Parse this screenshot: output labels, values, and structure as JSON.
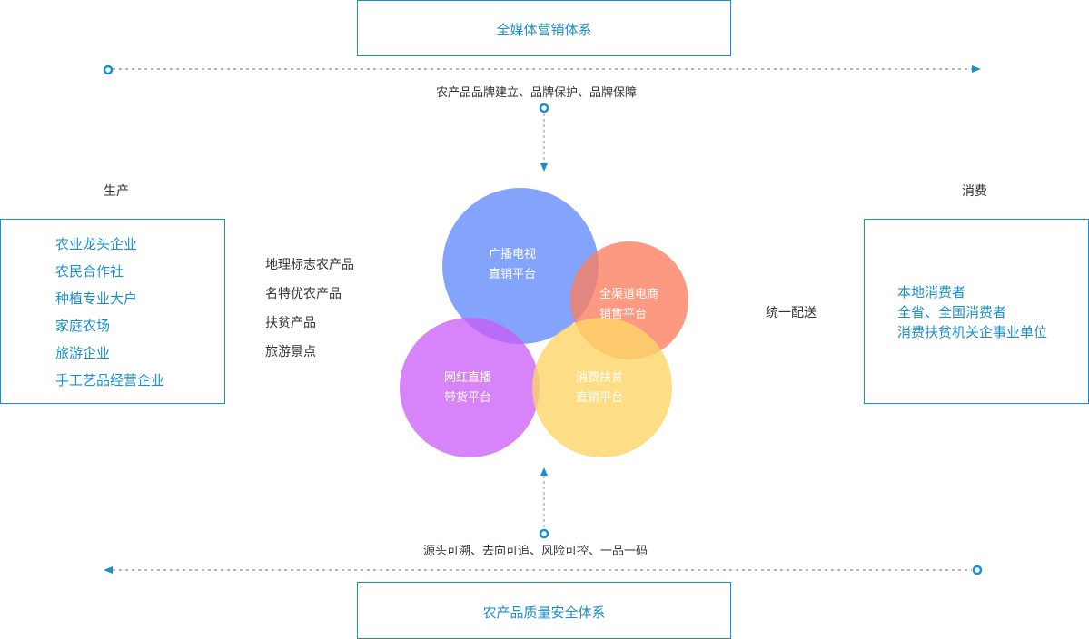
{
  "colors": {
    "accent": "#1a8fd0",
    "dashed_line": "#b5b5b5",
    "text_dark": "#333333",
    "circle_broadcast": "#7d9ffb",
    "circle_ecommerce": "#fc9880",
    "circle_livestream": "#d27ff9",
    "circle_poverty": "#fddd82"
  },
  "top_system": {
    "title": "全媒体营销体系"
  },
  "top_caption": "农产品品牌建立、品牌保护、品牌保障",
  "bottom_system": {
    "title": "农产品质量安全体系"
  },
  "bottom_caption": "源头可溯、去向可追、风险可控、一品一码",
  "production": {
    "heading": "生产",
    "items": [
      "农业龙头企业",
      "农民合作社",
      "种植专业大户",
      "家庭农场",
      "旅游企业",
      "手工艺品经营企业"
    ]
  },
  "products": {
    "items": [
      "地理标志农产品",
      "名特优农产品",
      "扶贫产品",
      "旅游景点"
    ]
  },
  "platforms": [
    {
      "line1": "广播电视",
      "line2": "直销平台"
    },
    {
      "line1": "全渠道电商",
      "line2": "销售平台"
    },
    {
      "line1": "网红直播",
      "line2": "带货平台"
    },
    {
      "line1": "消费扶贫",
      "line2": "直销平台"
    }
  ],
  "delivery_label": "统一配送",
  "consumption": {
    "heading": "消费",
    "items": [
      "本地消费者",
      "全省、全国消费者",
      "消费扶贫机关企事业单位"
    ]
  }
}
